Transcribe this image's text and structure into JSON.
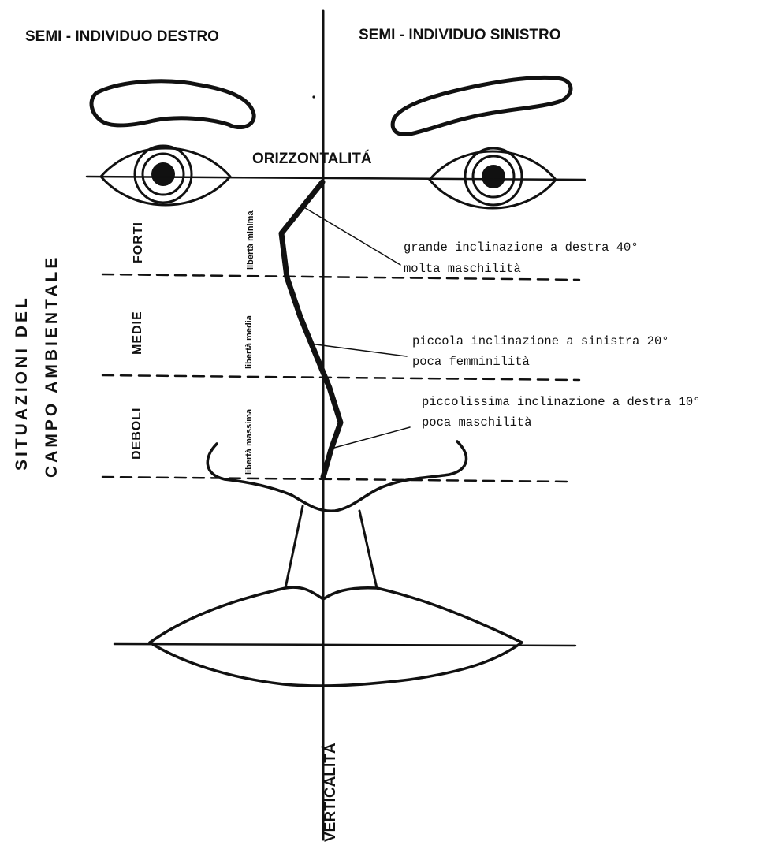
{
  "headers": {
    "left": "SEMI - INDIVIDUO  DESTRO",
    "right": "SEMI - INDIVIDUO  SINISTRO"
  },
  "axes": {
    "horizontal": "ORIZZONTALITÁ",
    "vertical": "VERTICALITÁ"
  },
  "side_title": {
    "line1": "SITUAZIONI   DEL",
    "line2": "CAMPO AMBIENTALE"
  },
  "bands": [
    {
      "strength": "FORTI",
      "freedom": "libertà minima"
    },
    {
      "strength": "MEDIE",
      "freedom": "libertà media"
    },
    {
      "strength": "DEBOLI",
      "freedom": "libertà massima"
    }
  ],
  "annotations": [
    {
      "line1": "grande inclinazione a destra 40°",
      "line2": "molta maschilità"
    },
    {
      "line1": "piccola inclinazione a sinistra 20°",
      "line2": "poca femminilità"
    },
    {
      "line1": "piccolissima inclinazione a destra 10°",
      "line2": "poca maschilità"
    }
  ],
  "colors": {
    "ink": "#111111",
    "background": "#ffffff"
  }
}
